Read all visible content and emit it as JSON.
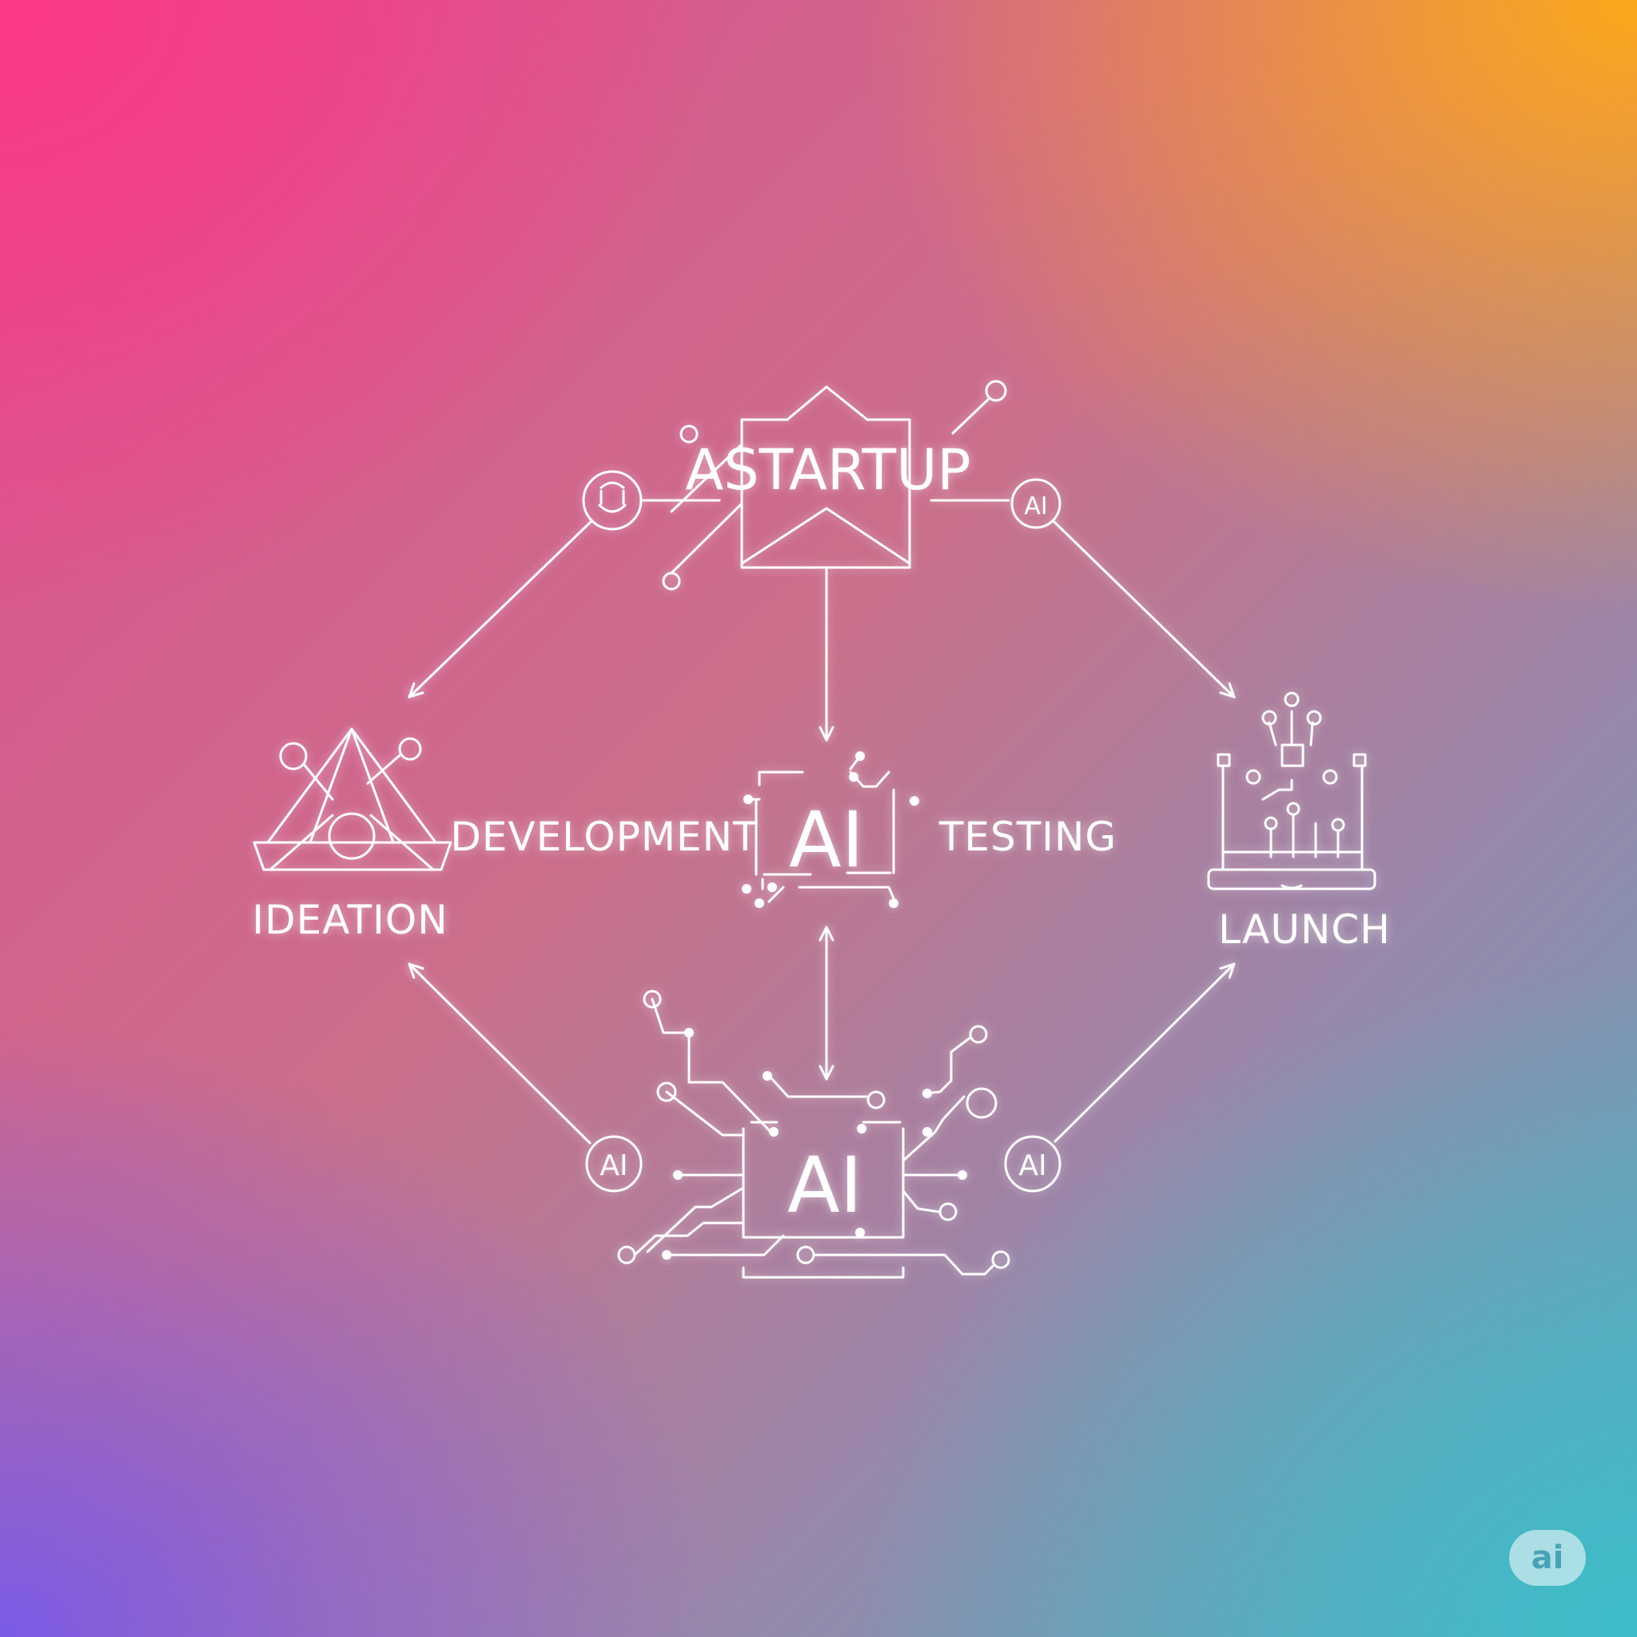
{
  "diagram": {
    "title": "ASTARTUP",
    "stages": {
      "ideation": "IDEATION",
      "development": "DEVELOPMENT",
      "testing": "TESTING",
      "launch": "LAUNCH"
    },
    "core_label": "AI",
    "hub_label": "AI",
    "connector_badges": [
      "AI",
      "AI",
      "AI"
    ]
  },
  "watermark": "ai",
  "colors": {
    "stroke": "#ffffff",
    "gradient_top_left": "#ff3787",
    "gradient_top_right": "#ffaa14",
    "gradient_bottom_left": "#785aeb",
    "gradient_bottom_right": "#3cbec8"
  }
}
